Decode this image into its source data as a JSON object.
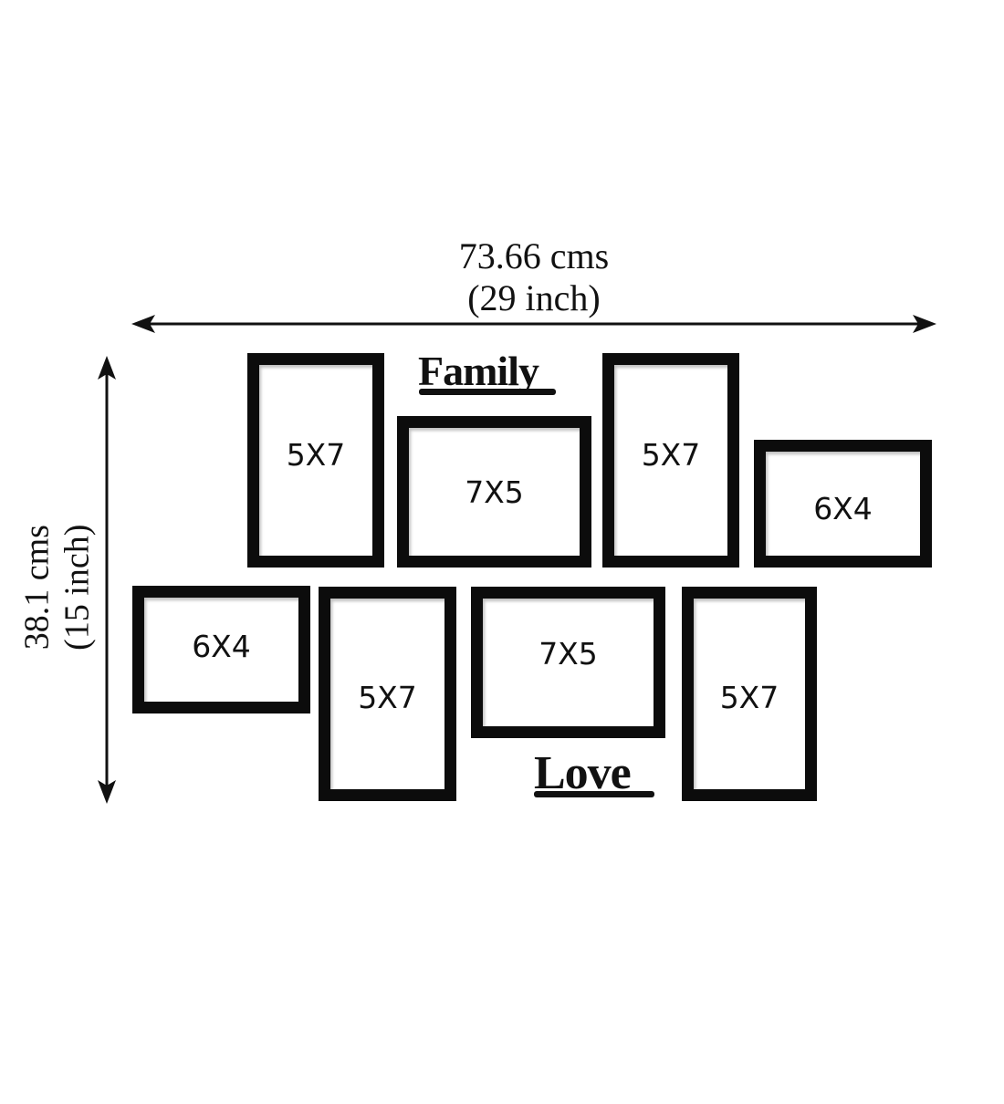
{
  "dimensions": {
    "width": {
      "primary": "73.66 cms",
      "secondary": "(29 inch)"
    },
    "height": {
      "primary": "38.1 cms",
      "secondary": "(15 inch)"
    }
  },
  "words": {
    "top": "Family",
    "bottom": "Love"
  },
  "frames": [
    {
      "label": "5X7",
      "orientation": "portrait",
      "row": "top"
    },
    {
      "label": "7X5",
      "orientation": "landscape",
      "row": "top"
    },
    {
      "label": "5X7",
      "orientation": "portrait",
      "row": "top"
    },
    {
      "label": "6X4",
      "orientation": "landscape",
      "row": "top"
    },
    {
      "label": "6X4",
      "orientation": "landscape",
      "row": "bottom"
    },
    {
      "label": "5X7",
      "orientation": "portrait",
      "row": "bottom"
    },
    {
      "label": "7X5",
      "orientation": "landscape",
      "row": "bottom"
    },
    {
      "label": "5X7",
      "orientation": "portrait",
      "row": "bottom"
    }
  ],
  "colors": {
    "frame": "#0c0c0c",
    "background": "#ffffff",
    "text": "#111111"
  }
}
